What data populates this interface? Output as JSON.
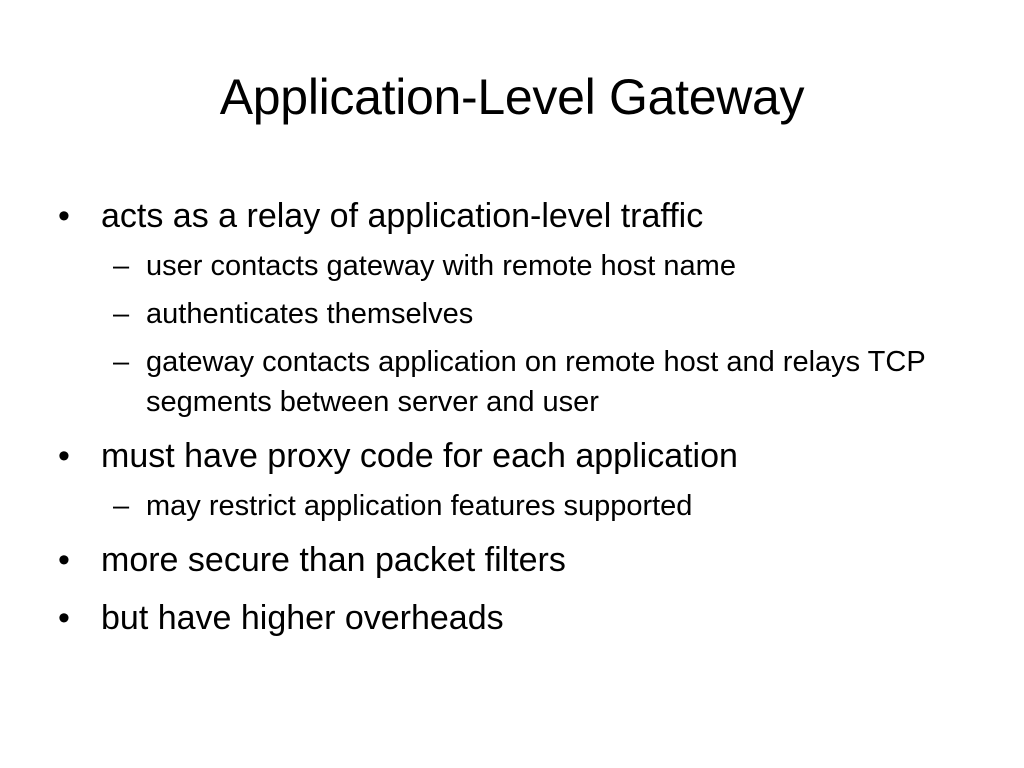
{
  "slide": {
    "title": "Application-Level Gateway",
    "bullet_symbol": "•",
    "dash_symbol": "–",
    "items": [
      {
        "text": "acts as a relay of application-level traffic",
        "subitems": [
          "user contacts gateway with remote host name",
          "authenticates themselves",
          "gateway contacts application on remote host and relays TCP segments between server and user"
        ]
      },
      {
        "text": "must have proxy code for each application",
        "subitems": [
          "may restrict application features supported"
        ]
      },
      {
        "text": "more secure than packet filters",
        "subitems": []
      },
      {
        "text": "but have higher overheads",
        "subitems": []
      }
    ]
  }
}
